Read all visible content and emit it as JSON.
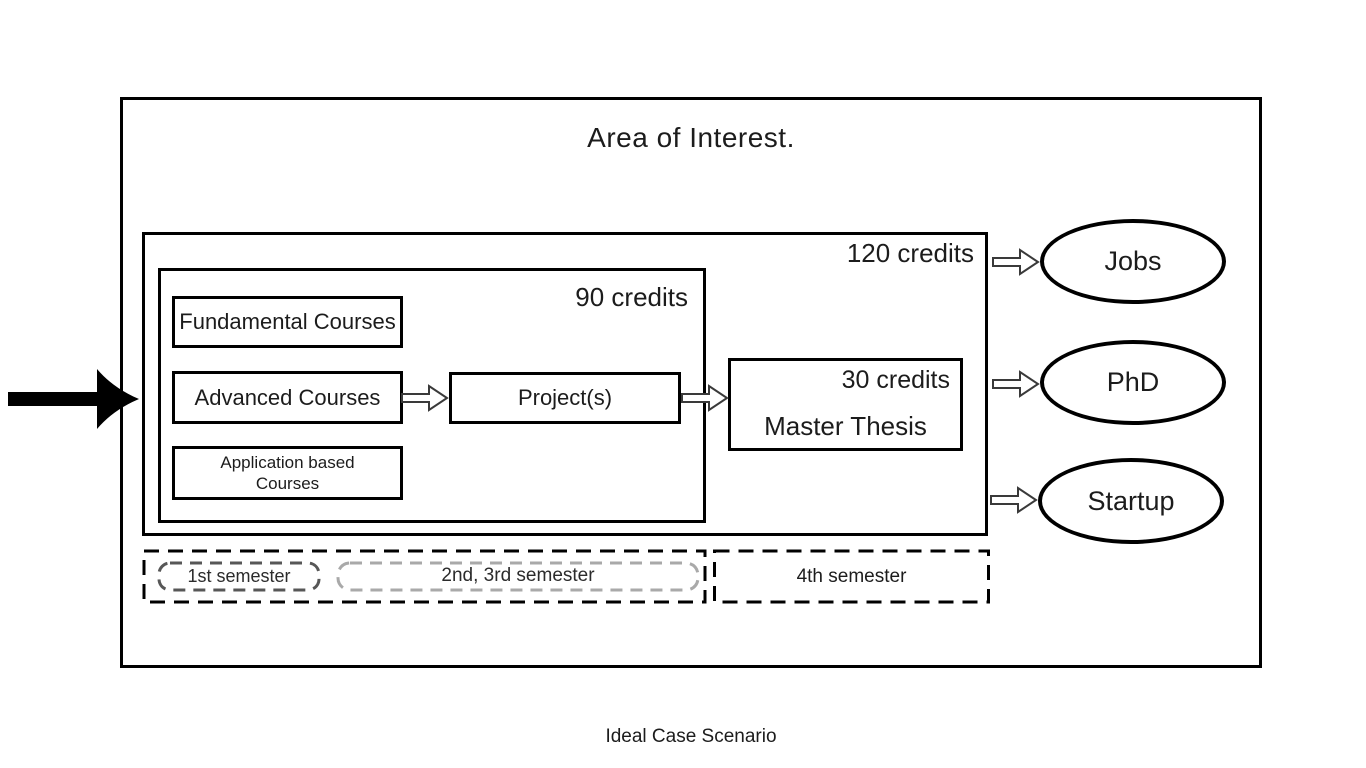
{
  "title": "Area of Interest.",
  "caption": "Ideal Case Scenario",
  "program": {
    "total_credits_label": "120 credits",
    "coursework_credits_label": "90 credits",
    "courses": {
      "fundamental": "Fundamental Courses",
      "advanced": "Advanced Courses",
      "application": "Application based Courses"
    },
    "project_label": "Project(s)",
    "thesis": {
      "credits_label": "30 credits",
      "title": "Master Thesis"
    }
  },
  "outcomes": [
    {
      "label": "Jobs"
    },
    {
      "label": "PhD"
    },
    {
      "label": "Startup"
    }
  ],
  "timeline": [
    {
      "label": "1st semester"
    },
    {
      "label": "2nd, 3rd semester"
    },
    {
      "label": "4th semester"
    }
  ],
  "icons": {
    "input_arrow": "solid-right-arrow",
    "flow_arrow": "outlined-right-arrow"
  },
  "colors": {
    "line": "#000000",
    "arrow_outline": "#3a3a3a",
    "semester1_outline": "#575757",
    "semester23_outline": "#a9a9a9",
    "background": "#ffffff"
  }
}
